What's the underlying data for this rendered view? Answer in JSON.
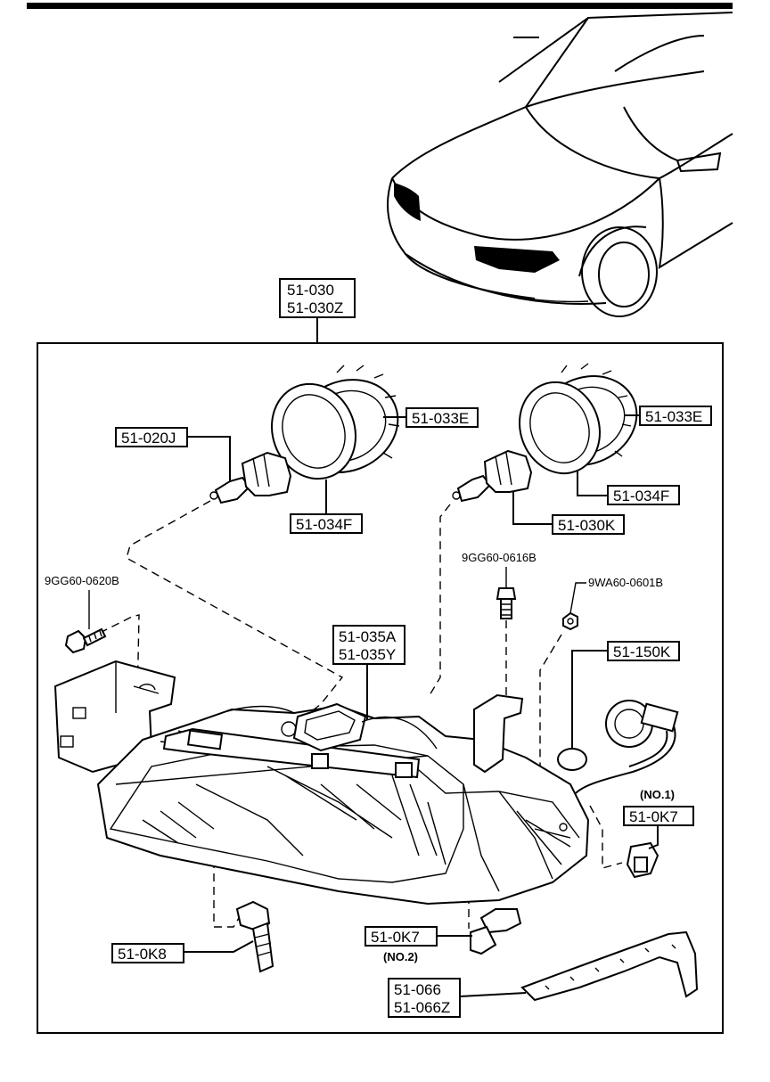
{
  "diagram": {
    "assembly_label": [
      "51-030",
      "51-030Z"
    ],
    "callouts": {
      "p020j": "51-020J",
      "p033e_left": "51-033E",
      "p034f_left": "51-034F",
      "p033e_right": "51-033E",
      "p034f_right": "51-034F",
      "p030k": "51-030K",
      "p035": [
        "51-035A",
        "51-035Y"
      ],
      "p150k": "51-150K",
      "p0k7_no1": "51-0K7",
      "p0k7_no2": "51-0K7",
      "p0k8": "51-0K8",
      "p066": [
        "51-066",
        "51-066Z"
      ]
    },
    "notes": {
      "no1": "(NO.1)",
      "no2": "(NO.2)"
    },
    "bolts": {
      "b0620": "9GG60-0620B",
      "b0616": "9GG60-0616B",
      "n0601": "9WA60-0601B"
    }
  }
}
